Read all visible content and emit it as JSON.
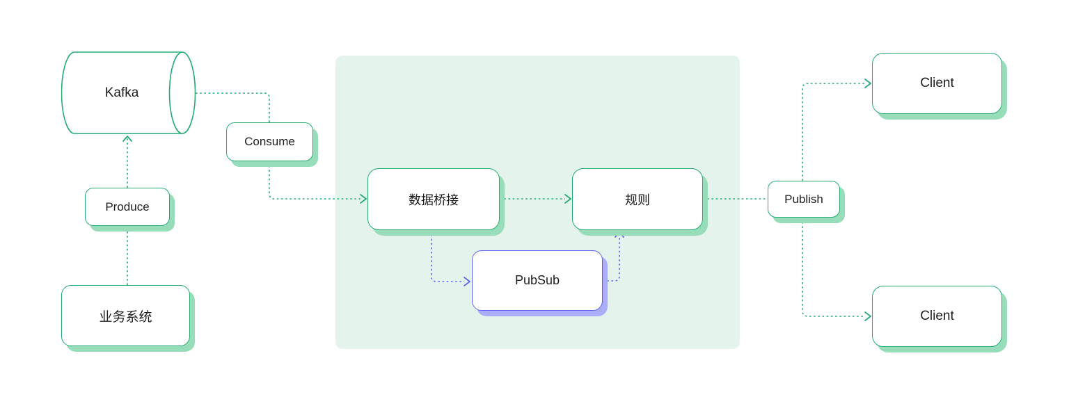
{
  "colors": {
    "green": "#24AB72",
    "green_shadow": "#97DDB9",
    "panel_bg": "#E4F4EC",
    "purple": "#5F64EB",
    "purple_shadow": "#ABADF8",
    "text": "#1D1D1F",
    "canvas_bg": "#FFFFFF"
  },
  "nodes": {
    "kafka": {
      "label": "Kafka",
      "shape": "cylinder"
    },
    "produce": {
      "label": "Produce"
    },
    "business_system": {
      "label": "业务系统"
    },
    "consume": {
      "label": "Consume"
    },
    "data_bridge": {
      "label": "数据桥接"
    },
    "rules": {
      "label": "规则"
    },
    "pubsub": {
      "label": "PubSub"
    },
    "publish": {
      "label": "Publish"
    },
    "client_top": {
      "label": "Client"
    },
    "client_bottom": {
      "label": "Client"
    }
  },
  "edges": [
    {
      "from": "business_system",
      "to": "produce",
      "style": "dashed-green",
      "arrow": false
    },
    {
      "from": "produce",
      "to": "kafka",
      "style": "dashed-green",
      "arrow": true
    },
    {
      "from": "kafka",
      "to": "consume",
      "style": "dashed-green",
      "arrow": false
    },
    {
      "from": "consume",
      "to": "data_bridge",
      "style": "dashed-green",
      "arrow": true
    },
    {
      "from": "data_bridge",
      "to": "rules",
      "style": "dashed-green",
      "arrow": true
    },
    {
      "from": "rules",
      "to": "publish",
      "style": "dashed-green",
      "arrow": false
    },
    {
      "from": "publish",
      "to": "client_top",
      "style": "dashed-green",
      "arrow": true
    },
    {
      "from": "publish",
      "to": "client_bottom",
      "style": "dashed-green",
      "arrow": true
    },
    {
      "from": "data_bridge",
      "to": "pubsub",
      "style": "dashed-purple",
      "arrow": true
    },
    {
      "from": "pubsub",
      "to": "rules",
      "style": "dashed-purple",
      "arrow": true
    }
  ]
}
